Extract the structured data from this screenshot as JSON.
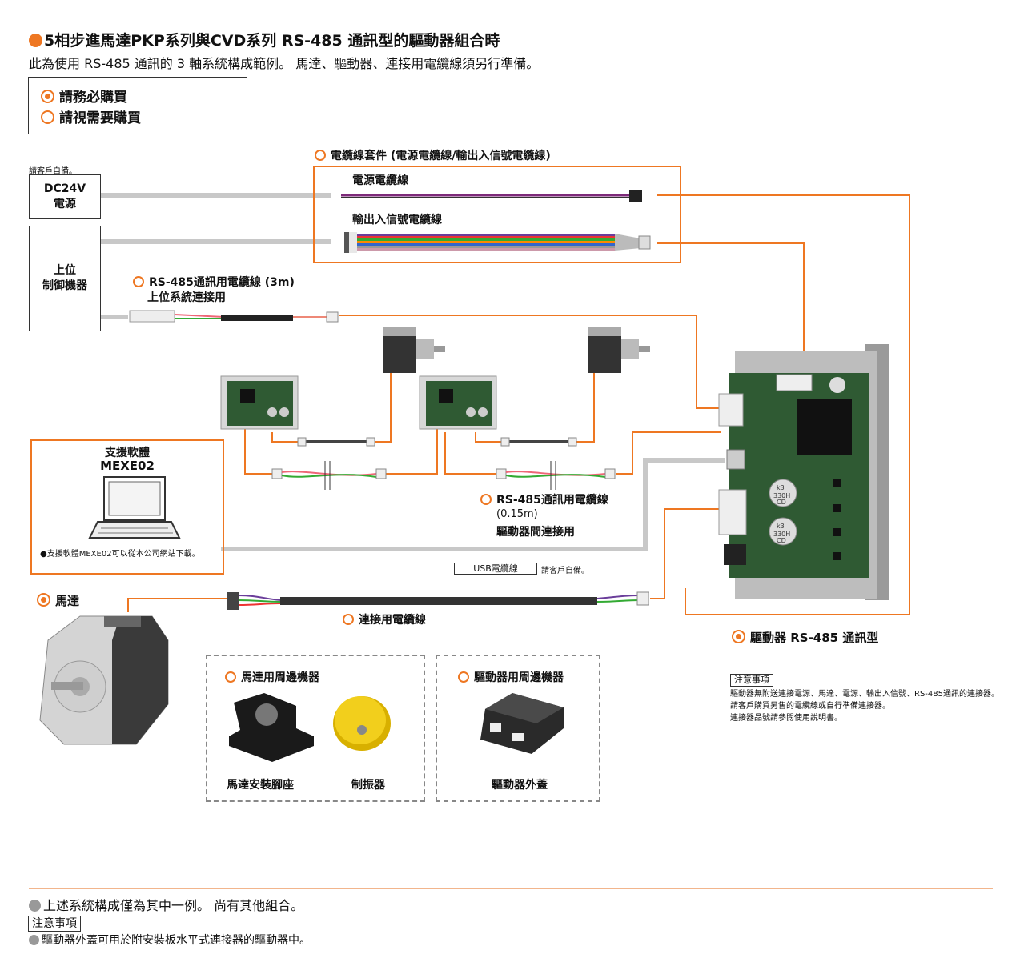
{
  "title": {
    "prefix": "5相步進馬達",
    "pkp": "PKP",
    "mid": "系列與",
    "cvd": "CVD",
    "suffix": "系列 RS-485 通訊型的驅動器組合時"
  },
  "subtitle": "此為使用 RS-485 通訊的 3 軸系統構成範例。 馬達、驅動器、連接用電纜線須另行準備。",
  "legend": {
    "required": "請務必購買",
    "optional": "請視需要購買"
  },
  "customer_prepared": "請客戶自備。",
  "power_supply": {
    "line1": "DC24V",
    "line2": "電源"
  },
  "host_controller": {
    "line1": "上位",
    "line2": "制御機器"
  },
  "cable_kit": {
    "title": "電纜線套件 (電源電纜線/輸出入信號電纜線)",
    "power_cable": "電源電纜線",
    "io_cable": "輸出入信號電纜線"
  },
  "rs485_host_cable": {
    "line1": "RS-485通訊用電纜線 (3m)",
    "line2": "上位系統連接用"
  },
  "software": {
    "title1": "支援軟體",
    "title2": "MEXE02",
    "note": "●支援軟體MEXE02可以從本公司網站下載。"
  },
  "rs485_inter_cable": {
    "line1": "RS-485通訊用電纜線",
    "line2": "(0.15m)",
    "line3": "驅動器間連接用"
  },
  "usb": {
    "label": "USB電纜線",
    "note": "請客戶自備。"
  },
  "motor": {
    "label": "馬達"
  },
  "connection_cable": {
    "label": "連接用電纜線"
  },
  "driver": {
    "label": "驅動器 RS-485 通訊型",
    "cap_text1": "k3",
    "cap_text2": "330H",
    "cap_text3": "CD"
  },
  "motor_peripherals": {
    "title": "馬達用周邊機器",
    "item1": "馬達安裝腳座",
    "item2": "制振器"
  },
  "driver_peripherals": {
    "title": "驅動器用周邊機器",
    "item1": "驅動器外蓋"
  },
  "driver_note": {
    "tag": "注意事項",
    "line1": "驅動器無附送連接電源、馬達、電源、輸出入信號、RS-485通訊的連接器。",
    "line2": "請客戶購買另售的電纜線或自行準備連接器。",
    "line3": "連接器品號請參閱使用說明書。"
  },
  "footer": {
    "note1": "上述系統構成僅為其中一例。 尚有其他組合。",
    "tag": "注意事項",
    "note2": "驅動器外蓋可用於附安裝板水平式連接器的驅動器中。"
  },
  "colors": {
    "accent": "#ee7722",
    "gray_line": "#c8c8c8",
    "pcb": "#2f5a33"
  }
}
